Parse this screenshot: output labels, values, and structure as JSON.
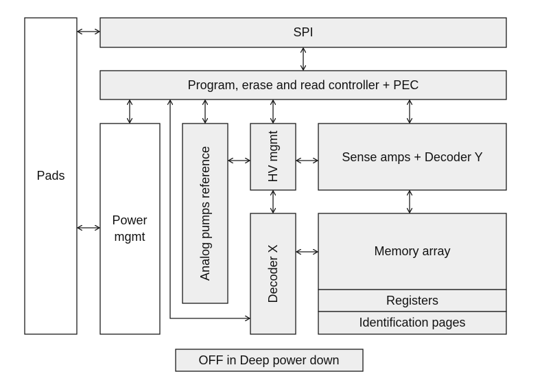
{
  "colors": {
    "block_fill": "#eeeeee",
    "pads_fill": "#ffffff",
    "memory_fill": "#eeeeee",
    "line": "#1a1a1a",
    "text": "#111111"
  },
  "blocks": {
    "pads": "Pads",
    "spi": "SPI",
    "controller": "Program, erase and read controller + PEC",
    "power_mgmt_line1": "Power",
    "power_mgmt_line2": "mgmt",
    "analog_pumps": "Analog pumps reference",
    "hv_mgmt": "HV mgmt",
    "sense_amps": "Sense amps + Decoder Y",
    "decoder_x": "Decoder X",
    "memory_array": "Memory array",
    "registers": "Registers",
    "identification_pages": "Identification pages"
  },
  "legend": {
    "off_label": "OFF in Deep power down"
  }
}
